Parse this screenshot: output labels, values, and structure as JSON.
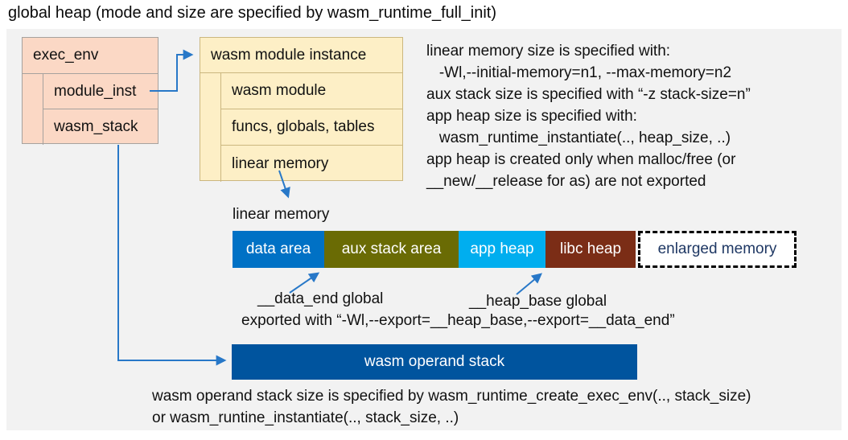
{
  "title": "global heap (mode and size are specified by wasm_runtime_full_init)",
  "exec_env": {
    "header": "exec_env",
    "fields": [
      "module_inst",
      "wasm_stack"
    ]
  },
  "module_instance": {
    "header": "wasm module instance",
    "fields": [
      "wasm module",
      "funcs, globals, tables",
      "linear memory"
    ]
  },
  "notes_right": {
    "lines": [
      "linear memory size is specified with:",
      "   -Wl,--initial-memory=n1, --max-memory=n2",
      "aux stack size is specified with “-z stack-size=n”",
      "app heap size is specified with:",
      "   wasm_runtime_instantiate(.., heap_size, ..)",
      "app heap is created only when malloc/free (or",
      "__new/__release for as) are not exported"
    ]
  },
  "linear_memory": {
    "label": "linear memory",
    "segments": [
      {
        "label": "data area",
        "color": "#0071C5",
        "text_color": "#FFFFFF"
      },
      {
        "label": "aux stack area",
        "color": "#6A6B04",
        "text_color": "#FFFFFF"
      },
      {
        "label": "app heap",
        "color": "#00AEEF",
        "text_color": "#FFFFFF"
      },
      {
        "label": "libc heap",
        "color": "#7B2D16",
        "text_color": "#FFFFFF"
      },
      {
        "label": "enlarged memory",
        "color": "#FFFFFF",
        "text_color": "#1F3864",
        "border": "dashed black"
      }
    ]
  },
  "annotations": {
    "data_end": "__data_end global",
    "heap_base": "__heap_base global",
    "exported": "exported with “-Wl,--export=__heap_base,--export=__data_end”"
  },
  "operand_stack": {
    "label": "wasm operand stack",
    "color": "#00549E"
  },
  "notes_bottom": {
    "lines": [
      "wasm operand stack size is specified by wasm_runtime_create_exec_env(.., stack_size)",
      "or wasm_runtine_instantiate(.., stack_size, ..)"
    ]
  },
  "colors": {
    "panel_background": "#F2F2F2",
    "exec_env_fill": "#FBD8C5",
    "exec_env_border": "#A6A29E",
    "module_instance_fill": "#FDEFC6",
    "module_instance_border": "#CBB77F",
    "connector_arrow": "#2878C8",
    "enlarged_memory_text": "#1F3864"
  }
}
